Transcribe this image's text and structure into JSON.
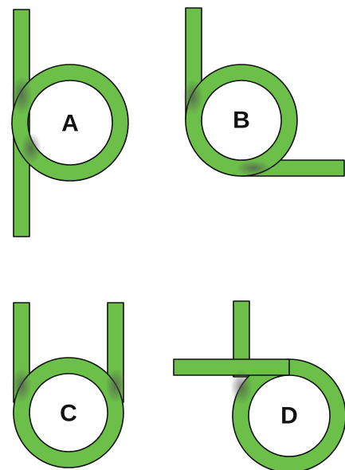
{
  "diagram": {
    "colors": {
      "tube": "#6cc04a",
      "outline": "#111111",
      "shadow": "#4f4f4f",
      "background": "#ffffff"
    },
    "panels": [
      {
        "id": "A",
        "label": "A"
      },
      {
        "id": "B",
        "label": "B"
      },
      {
        "id": "C",
        "label": "C"
      },
      {
        "id": "D",
        "label": "D"
      }
    ]
  }
}
